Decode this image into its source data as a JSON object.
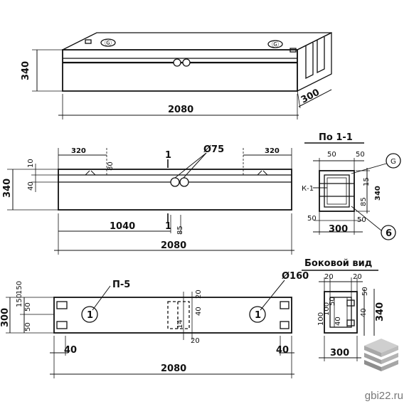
{
  "top_view": {
    "dims": {
      "height": "340",
      "length": "2080",
      "depth": "300"
    },
    "marks": {
      "loop_left": "Ⓖ",
      "loop_right": "Ⓖ"
    }
  },
  "front_view": {
    "section_mark": "1",
    "section_mark_bottom": "1",
    "dims": {
      "left_320": "320",
      "right_320": "320",
      "hole_dia": "Ø75",
      "h10": "10",
      "h40": "40",
      "h340": "340",
      "h80": "80",
      "center_1040": "1040",
      "b_85": "85",
      "length": "2080"
    }
  },
  "section": {
    "title": "По 1-1",
    "dims": {
      "w50a": "50",
      "w50b": "50",
      "w50c": "50",
      "w50d": "50",
      "w300": "300",
      "h340": "340",
      "h15": "15",
      "h85": "85"
    },
    "label_k": "К-1",
    "callout_top": "G",
    "callout_bottom": "6"
  },
  "plan_view": {
    "label": "П-5",
    "hole_dia": "Ø160",
    "mark_left": "1",
    "mark_right": "1",
    "dims": {
      "h300": "300",
      "h150a": "150",
      "h150b": "150",
      "h50a": "50",
      "h50b": "50",
      "c20": "20",
      "c40": "40",
      "c14": "14",
      "c20b": "20",
      "e40a": "40",
      "e40b": "40",
      "length": "2080"
    }
  },
  "side_view": {
    "title": "Боковой вид",
    "dims": {
      "t20a": "20",
      "t20b": "20",
      "r50": "50",
      "r40": "40",
      "h340": "340",
      "w300": "300",
      "v100a": "100",
      "v100b": "100",
      "v50": "50",
      "v40": "40"
    }
  },
  "watermark": {
    "text": "gbi22.ru"
  }
}
